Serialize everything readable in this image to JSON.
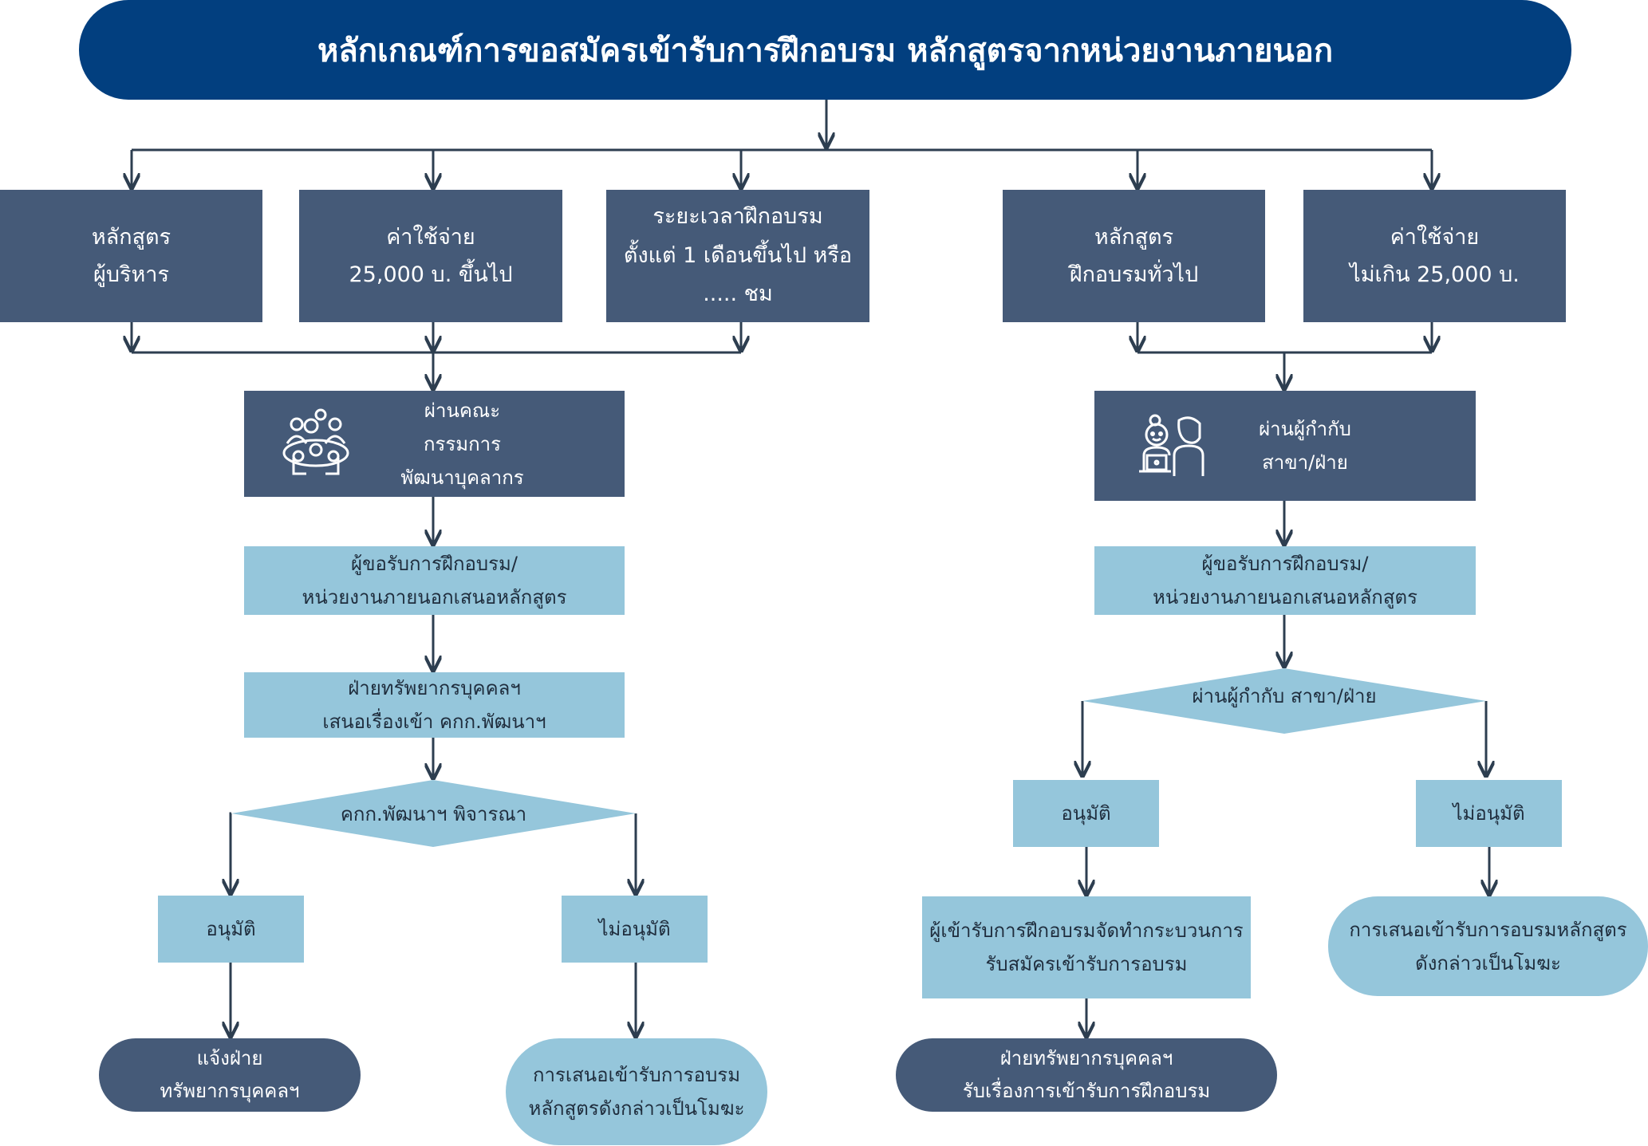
{
  "title": "หลักเกณฑ์การขอสมัครเข้ารับการฝึกอบรม หลักสูตรจากหน่วยงานภายนอก",
  "criteria": [
    {
      "line1": "หลักสูตร",
      "line2": "ผู้บริหาร"
    },
    {
      "line1": "ค่าใช้จ่าย",
      "line2": "25,000 บ. ขึ้นไป"
    },
    {
      "line1": "ระยะเวลาฝึกอบรม",
      "line2": "ตั้งแต่ 1 เดือนขึ้นไป หรือ",
      "line3": "..... ชม"
    },
    {
      "line1": "หลักสูตร",
      "line2": "ฝึกอบรมทั่วไป"
    },
    {
      "line1": "ค่าใช้จ่าย",
      "line2": "ไม่เกิน 25,000 บ."
    }
  ],
  "left_flow": {
    "approver": {
      "line1": "ผ่านคณะกรรมการ",
      "line2": "พัฒนาบุคลากร",
      "icon": "meeting-icon"
    },
    "step1": {
      "line1": "ผู้ขอรับการฝึกอบรม/",
      "line2": "หน่วยงานภายนอกเสนอหลักสูตร"
    },
    "step2": {
      "line1": "ฝ่ายทรัพยากรบุคคลฯ",
      "line2": "เสนอเรื่องเข้า คกก.พัฒนาฯ"
    },
    "decision": "คกก.พัฒนาฯ พิจารณา",
    "approve": "อนุมัติ",
    "reject": "ไม่อนุมัติ",
    "approve_result": {
      "line1": "แจ้งฝ่าย",
      "line2": "ทรัพยากรบุคคลฯ"
    },
    "reject_result": {
      "line1": "การเสนอเข้ารับการอบรม",
      "line2": "หลักสูตรดังกล่าวเป็นโมฆะ"
    }
  },
  "right_flow": {
    "approver": {
      "line1": "ผ่านผู้กำกับ",
      "line2": "สาขา/ฝ่าย",
      "icon": "people-laptop-icon"
    },
    "step1": {
      "line1": "ผู้ขอรับการฝึกอบรม/",
      "line2": "หน่วยงานภายนอกเสนอหลักสูตร"
    },
    "decision": "ผ่านผู้กำกับ สาขา/ฝ่าย",
    "approve": "อนุมัติ",
    "reject": "ไม่อนุมัติ",
    "approve_step": {
      "line1": "ผู้เข้ารับการฝึกอบรมจัดทำกระบวนการ",
      "line2": "รับสมัครเข้ารับการอบรม"
    },
    "approve_result": {
      "line1": "ฝ่ายทรัพยากรบุคคลฯ",
      "line2": "รับเรื่องการเข้ารับการฝึกอบรม"
    },
    "reject_result": {
      "line1": "การเสนอเข้ารับการอบรมหลักสูตร",
      "line2": "ดังกล่าวเป็นโมฆะ"
    }
  },
  "colors": {
    "title": "#023f7f",
    "dark": "#455a78",
    "light": "#95c6db",
    "line": "#2d3e50"
  }
}
